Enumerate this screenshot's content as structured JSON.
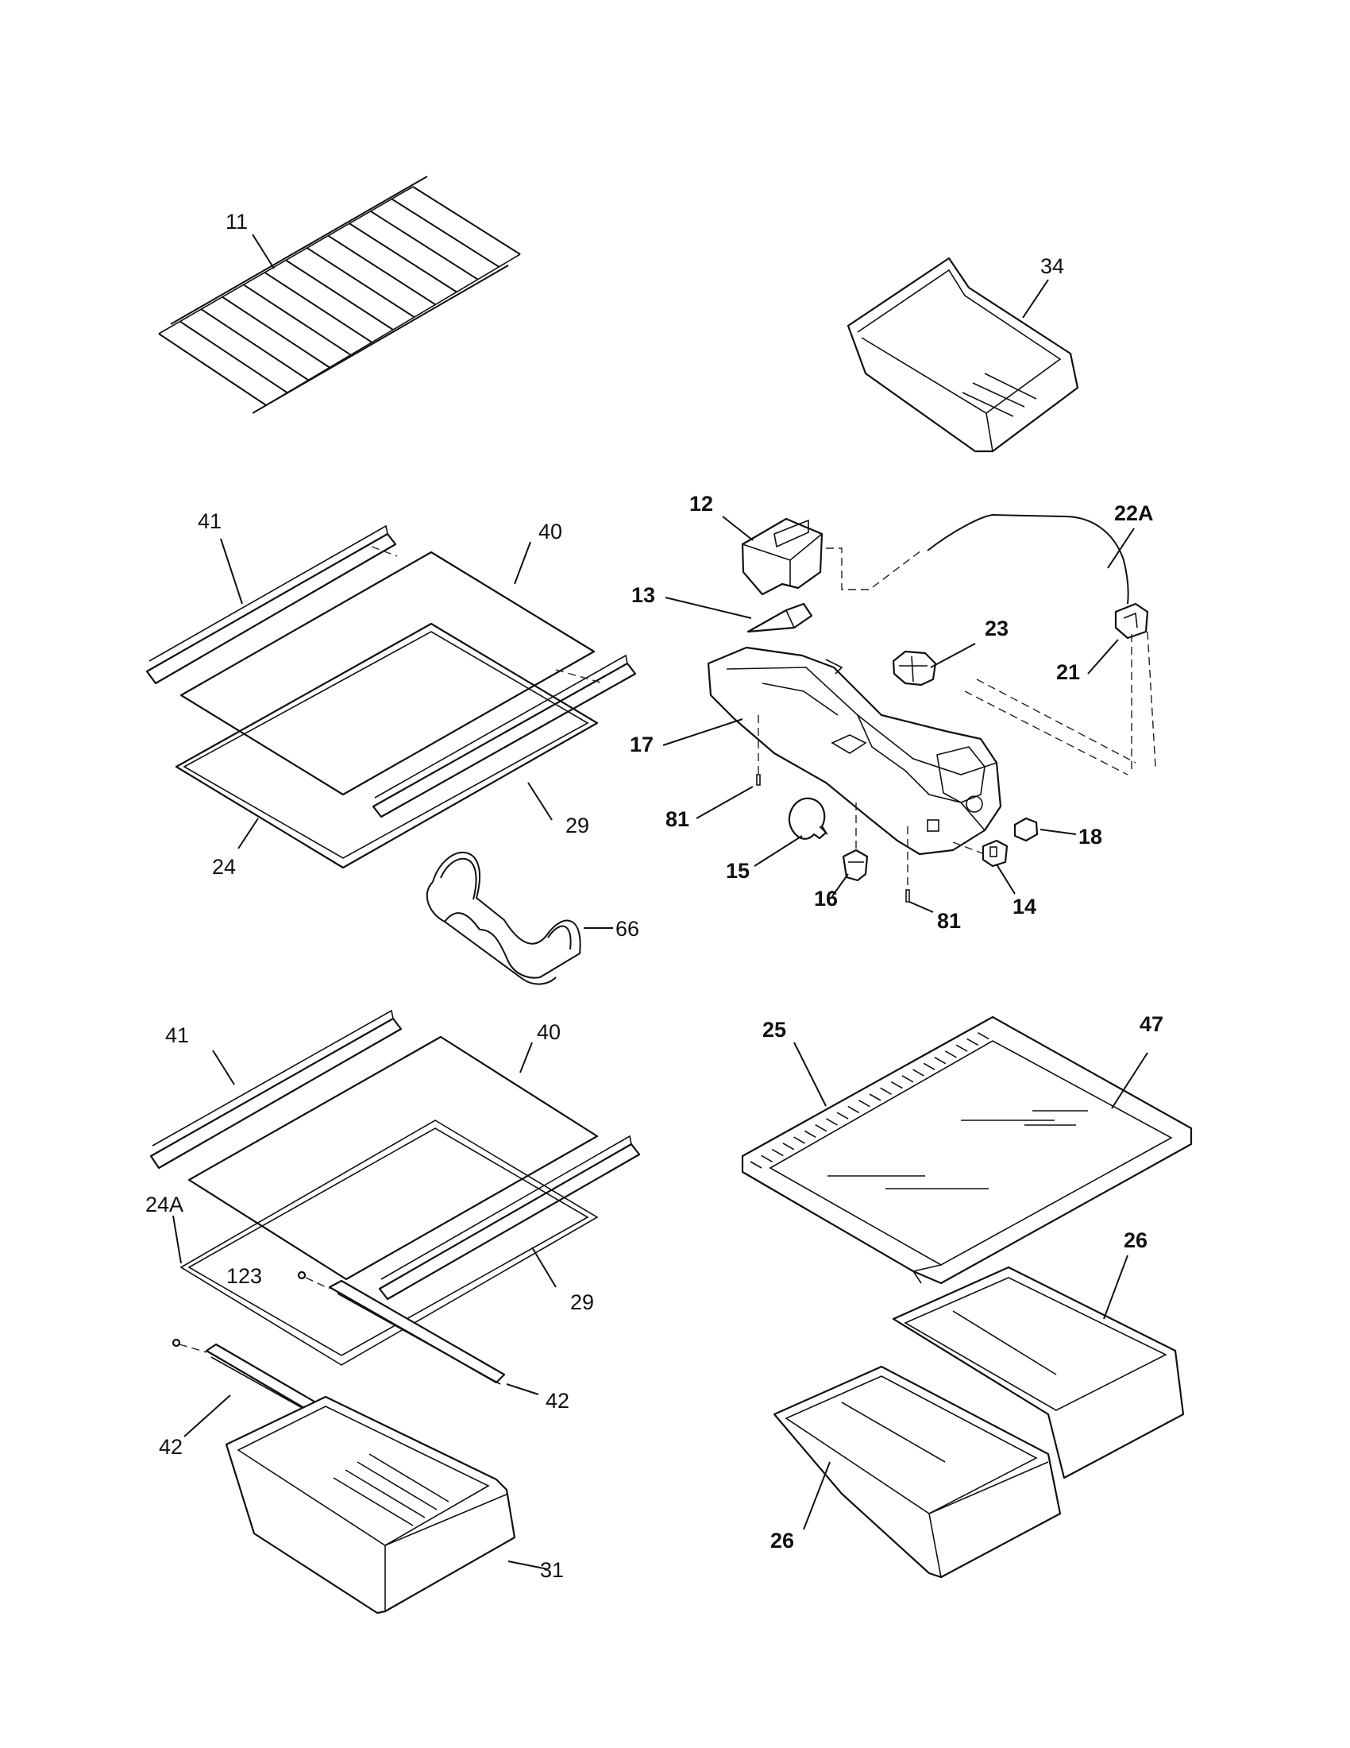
{
  "labels": {
    "p11": "11",
    "p34": "34",
    "p41a": "41",
    "p40a": "40",
    "p29a": "29",
    "p24": "24",
    "p66": "66",
    "p12": "12",
    "p13": "13",
    "p22A": "22A",
    "p23": "23",
    "p21": "21",
    "p17": "17",
    "p81a": "81",
    "p15": "15",
    "p16": "16",
    "p81b": "81",
    "p14": "14",
    "p18": "18",
    "p41b": "41",
    "p40b": "40",
    "p24A": "24A",
    "p123": "123",
    "p29b": "29",
    "p42a": "42",
    "p42b": "42",
    "p31": "31",
    "p25": "25",
    "p47": "47",
    "p26a": "26",
    "p26b": "26"
  }
}
